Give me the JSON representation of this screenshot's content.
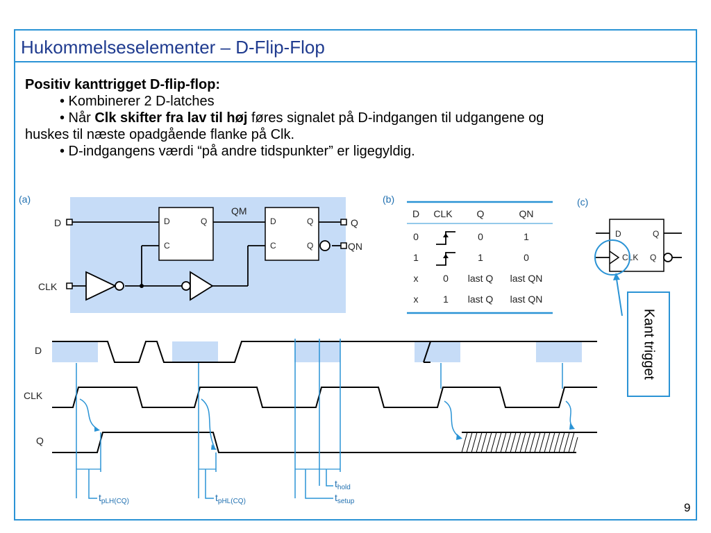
{
  "title": "Hukommelseselementer – D-Flip-Flop",
  "body": {
    "heading": "Positiv kanttrigget D-flip-flop:",
    "bullet1": "• Kombinerer 2 D-latches",
    "bullet2_pre": "• Når ",
    "bullet2_bold": "Clk skifter fra lav til høj",
    "bullet2_post": " føres signalet på D-indgangen til udgangene og",
    "bullet2_cont": "huskes til næste opadgående flanke på Clk.",
    "bullet3": "• D-indgangens værdi “på andre tidspunkter” er ligegyldig."
  },
  "figure_a": {
    "label": "(a)",
    "input_d": "D",
    "input_clk": "CLK",
    "latch_d": "D",
    "latch_q": "Q",
    "latch_c": "C",
    "qm": "QM",
    "out_q": "Q",
    "out_qn": "QN"
  },
  "figure_b": {
    "label": "(b)",
    "headers": [
      "D",
      "CLK",
      "Q",
      "QN"
    ],
    "rows": [
      [
        "0",
        "",
        "0",
        "1"
      ],
      [
        "1",
        "",
        "1",
        "0"
      ],
      [
        "x",
        "0",
        "last Q",
        "last QN"
      ],
      [
        "x",
        "1",
        "last Q",
        "last QN"
      ]
    ]
  },
  "figure_c": {
    "label": "(c)",
    "d": "D",
    "q": "Q",
    "clk": "CLK"
  },
  "kant_label": "Kant trigget",
  "timing": {
    "signal_d": "D",
    "signal_clk": "CLK",
    "signal_q": "Q",
    "tplh": "t",
    "tplh_sub": "pLH(CQ)",
    "tphl": "t",
    "tphl_sub": "pHL(CQ)",
    "thold": "t",
    "thold_sub": "hold",
    "tsetup": "t",
    "tsetup_sub": "setup"
  },
  "colors": {
    "frame": "#2a93d5",
    "title": "#1f3b8f",
    "shade": "#c6dcf7",
    "annotation": "#1f6fb0"
  },
  "page_number": "9"
}
